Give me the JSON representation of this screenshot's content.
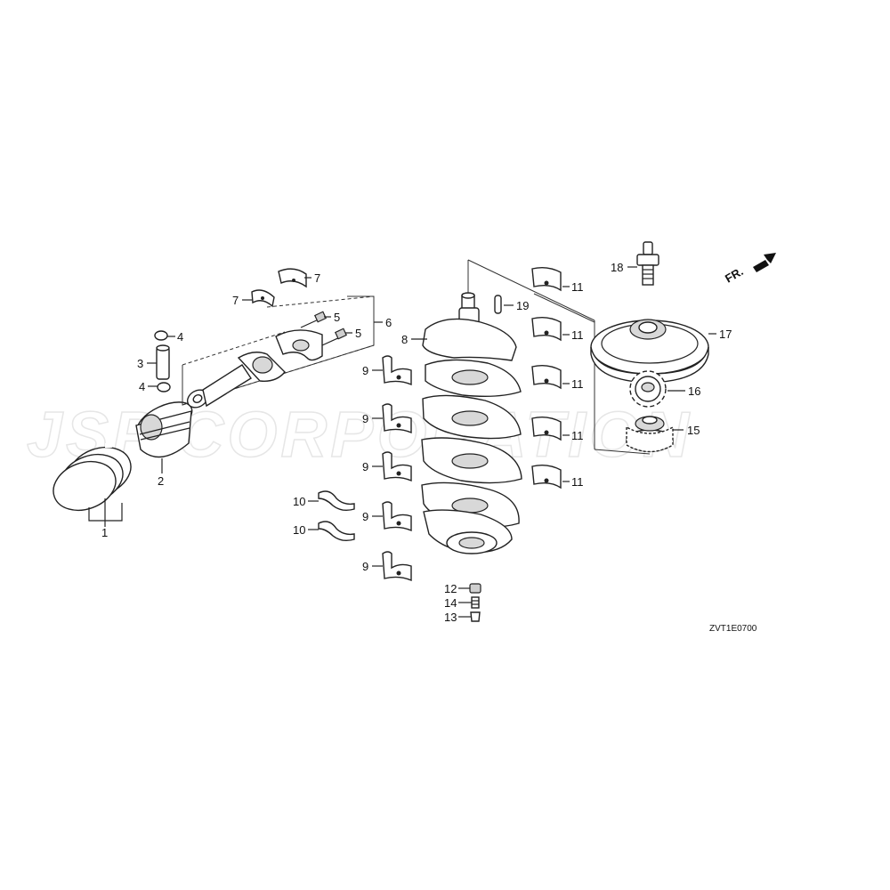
{
  "watermark": {
    "text": "JSP CORPORATION"
  },
  "diagram_code": "ZVT1E0700",
  "direction_label": "FR.",
  "callouts": {
    "c1": "1",
    "c2": "2",
    "c3": "3",
    "c4a": "4",
    "c4b": "4",
    "c5a": "5",
    "c5b": "5",
    "c6": "6",
    "c7a": "7",
    "c7b": "7",
    "c8": "8",
    "c9a": "9",
    "c9b": "9",
    "c9c": "9",
    "c9d": "9",
    "c9e": "9",
    "c10a": "10",
    "c10b": "10",
    "c11a": "11",
    "c11b": "11",
    "c11c": "11",
    "c11d": "11",
    "c11e": "11",
    "c12": "12",
    "c13": "13",
    "c14": "14",
    "c15": "15",
    "c16": "16",
    "c17": "17",
    "c18": "18",
    "c19": "19"
  }
}
